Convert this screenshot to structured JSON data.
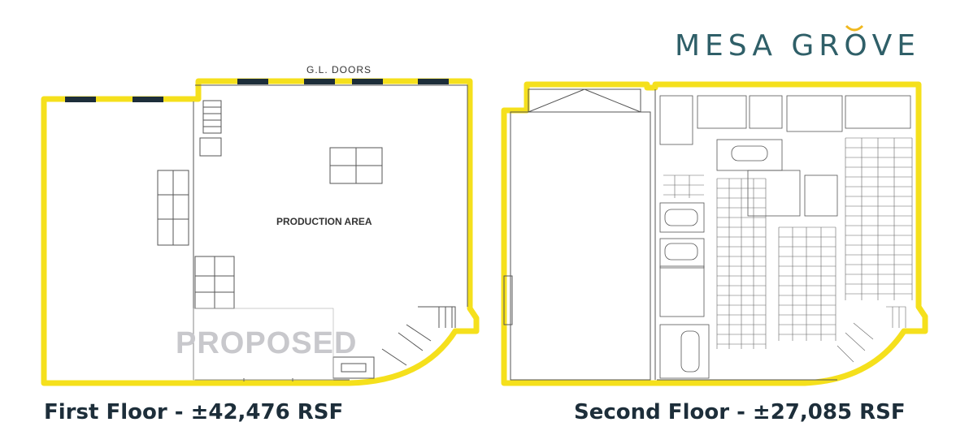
{
  "brand": {
    "name_part1": "MESA GR",
    "name_o": "O",
    "name_part2": "VE",
    "color": "#2f5f68",
    "accent_color": "#f0b81e"
  },
  "first_floor": {
    "caption": "First Floor - ±42,476 RSF",
    "door_label": "G.L. DOORS",
    "area_label": "PRODUCTION AREA",
    "watermark": "PROPOSED"
  },
  "second_floor": {
    "caption": "Second Floor - ±27,085 RSF"
  },
  "colors": {
    "outline": "#f5e01c",
    "doors": "#1d2e3a",
    "walls": "#555555",
    "caption": "#1d2e3a"
  }
}
